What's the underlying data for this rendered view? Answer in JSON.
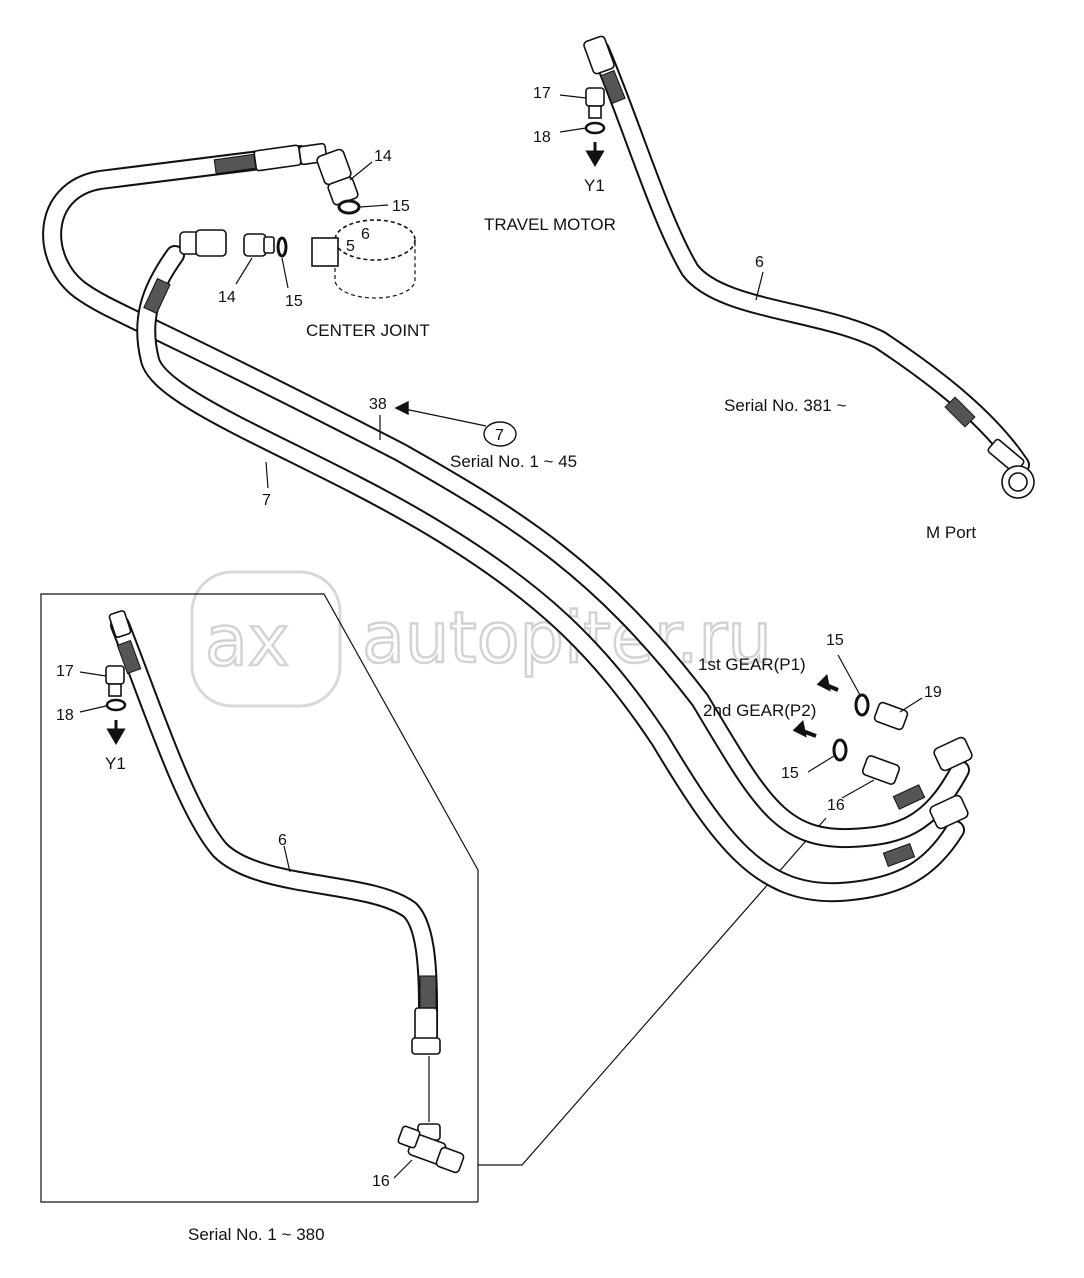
{
  "watermark": {
    "logo_text": "ax",
    "site": "autopiter.ru"
  },
  "captions": {
    "center_joint": "CENTER JOINT",
    "travel_motor": "TRAVEL MOTOR",
    "m_port": "M Port",
    "serial_new": "Serial No. 381 ~",
    "serial_mid": "Serial No. 1 ~ 45",
    "serial_old": "Serial No. 1 ~ 380",
    "gear1": "1st GEAR(P1)",
    "gear2": "2nd GEAR(P2)",
    "y1_top": "Y1",
    "y1_inset": "Y1"
  },
  "callouts": {
    "c14a": "14",
    "c15a": "15",
    "c6a": "6",
    "c5": "5",
    "c14b": "14",
    "c15b": "15",
    "c17a": "17",
    "c18a": "18",
    "c6b": "6",
    "c38": "38",
    "c7circle": "7",
    "c7": "7",
    "c15c": "15",
    "c19": "19",
    "c15d": "15",
    "c16a": "16",
    "c17b": "17",
    "c18b": "18",
    "c6c": "6",
    "c16b": "16"
  }
}
